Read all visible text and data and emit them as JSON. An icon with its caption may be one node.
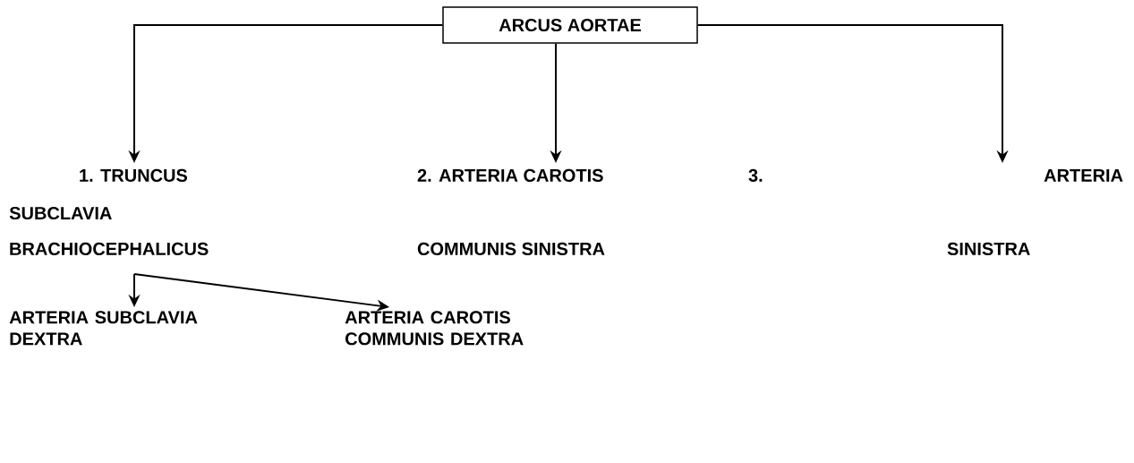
{
  "diagram": {
    "nodes": [
      {
        "text": [
          "ARCUS AORTAE"
        ]
      },
      {
        "text": [
          "1. TRUNCUS",
          "BRACHIOCEPHALICUS"
        ]
      },
      {
        "text": [
          "2. ARTERIA CAROTIS",
          "COMMUNIS SINISTRA"
        ]
      },
      {
        "text": [
          "3. ARTERIA",
          "SINISTRA"
        ]
      },
      {
        "text": [
          "ARTERIA SUBCLAVIA DEXTRA"
        ]
      },
      {
        "text": [
          "ARTERIA CAROTIS COMMUNIS DEXTRA"
        ]
      }
    ],
    "edges": [
      {
        "from": 0,
        "to": 1,
        "arrow": "to"
      },
      {
        "from": 0,
        "to": 2,
        "arrow": "to"
      },
      {
        "from": 0,
        "to": 3,
        "arrow": "to"
      },
      {
        "from": 1,
        "to": 4,
        "arrow": "to"
      },
      {
        "from": 1,
        "to": 5,
        "arrow": "to"
      }
    ],
    "labels": [
      "SUBCLAVIA"
    ]
  }
}
